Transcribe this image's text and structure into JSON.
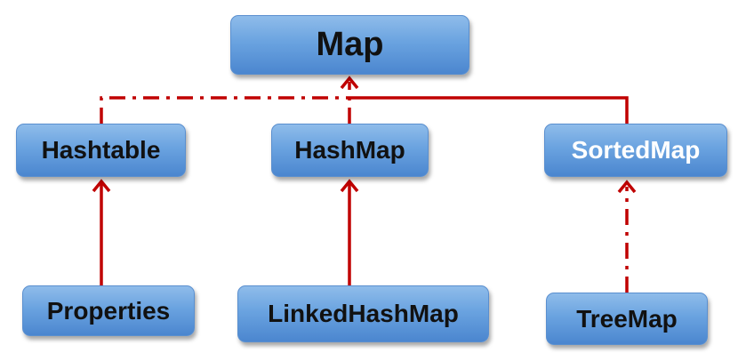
{
  "diagram": {
    "nodes": [
      {
        "id": "map",
        "label": "Map"
      },
      {
        "id": "hashtable",
        "label": "Hashtable"
      },
      {
        "id": "hashmap",
        "label": "HashMap"
      },
      {
        "id": "sortedmap",
        "label": "SortedMap"
      },
      {
        "id": "properties",
        "label": "Properties"
      },
      {
        "id": "linkedhashmap",
        "label": "LinkedHashMap"
      },
      {
        "id": "treemap",
        "label": "TreeMap"
      }
    ],
    "edges": [
      {
        "from": "hashtable",
        "to": "map",
        "style": "dash-dot"
      },
      {
        "from": "hashmap",
        "to": "map",
        "style": "dash-dot"
      },
      {
        "from": "sortedmap",
        "to": "map",
        "style": "solid"
      },
      {
        "from": "properties",
        "to": "hashtable",
        "style": "solid"
      },
      {
        "from": "linkedhashmap",
        "to": "hashmap",
        "style": "solid"
      },
      {
        "from": "treemap",
        "to": "sortedmap",
        "style": "dash-dot"
      }
    ],
    "colors": {
      "connector": "#c00000",
      "node_fill_top": "#8fbcea",
      "node_fill_bottom": "#4b86cf",
      "node_text": "#111111",
      "node_text_highlight": "#ffffff"
    }
  }
}
